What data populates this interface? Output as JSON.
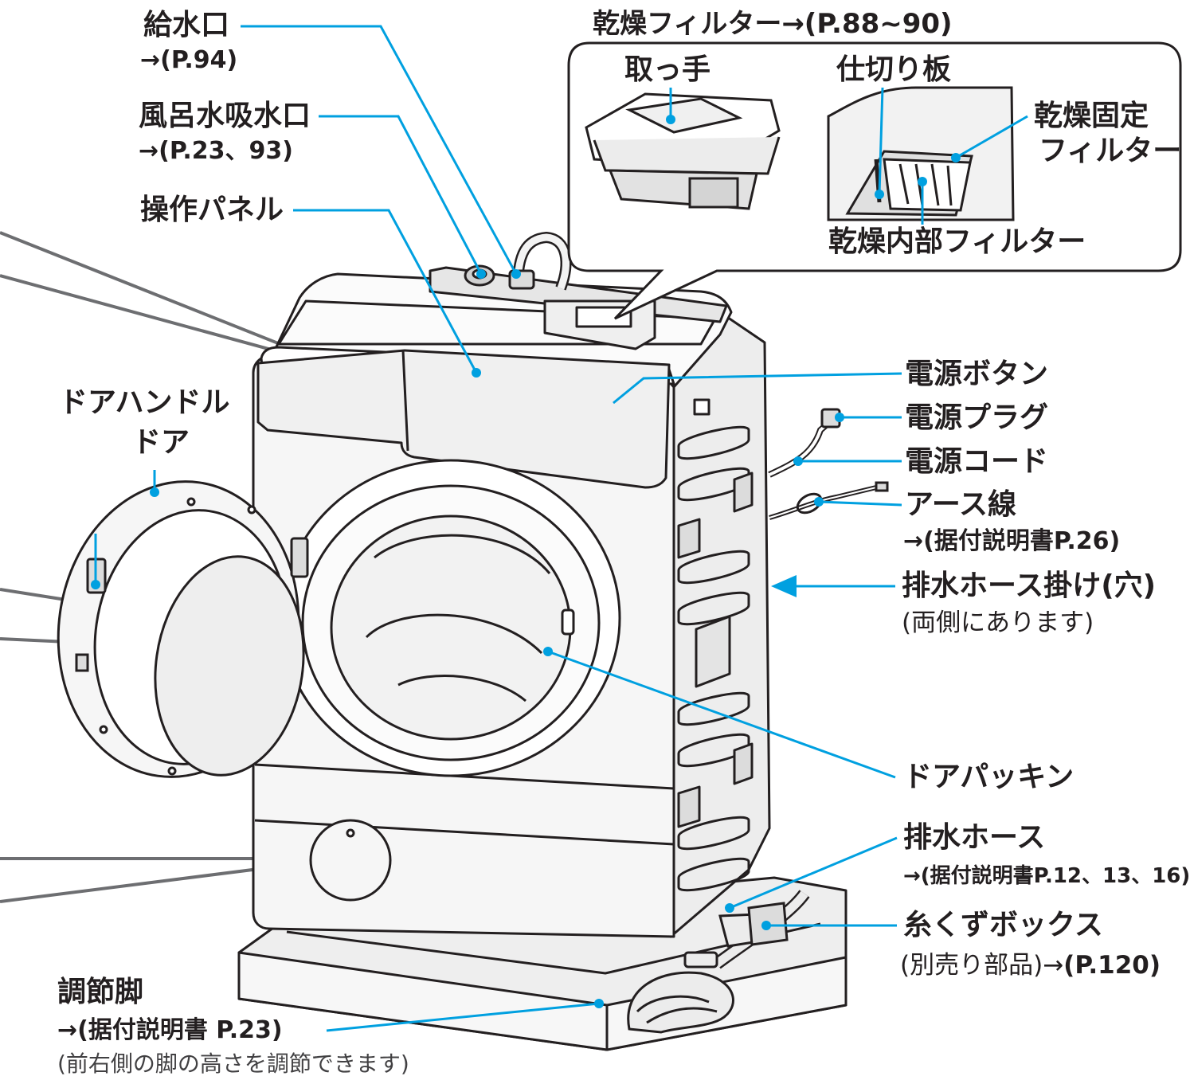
{
  "labels": {
    "water_inlet": "給水口",
    "water_inlet_ref": "→(P.94)",
    "bath_water_inlet": "風呂水吸水口",
    "bath_water_inlet_ref": "→(P.23、93)",
    "control_panel": "操作パネル",
    "dry_filter_heading": "乾燥フィルター→(P.88~90)",
    "handle": "取っ手",
    "partition": "仕切り板",
    "dry_fixed_filter_1": "乾燥固定",
    "dry_fixed_filter_2": "フィルター",
    "dry_inner_filter": "乾燥内部フィルター",
    "door_handle": "ドアハンドル",
    "door": "ドア",
    "power_button": "電源ボタン",
    "power_plug": "電源プラグ",
    "power_cord": "電源コード",
    "earth_wire": "アース線",
    "earth_wire_ref": "→(据付説明書P.26)",
    "drain_hook": "排水ホース掛け(穴)",
    "drain_hook_note": "(両側にあります)",
    "door_packing": "ドアパッキン",
    "drain_hose": "排水ホース",
    "drain_hose_ref": "→(据付説明書P.12、13、16)",
    "lint_box": "糸くずボックス",
    "lint_box_ref_a": "(別売り部品)→",
    "lint_box_ref_b": "(P.120)",
    "adjust_leg": "調節脚",
    "adjust_leg_ref": "→(据付説明書 P.23)",
    "adjust_leg_note": "(前右側の脚の高さを調節できます)"
  },
  "colors": {
    "leader": "#00a0e0",
    "outline": "#231f20",
    "fill": "#f2f2f2",
    "fill_dark": "#d9d9d9",
    "callout_line": "#6d6e71"
  }
}
